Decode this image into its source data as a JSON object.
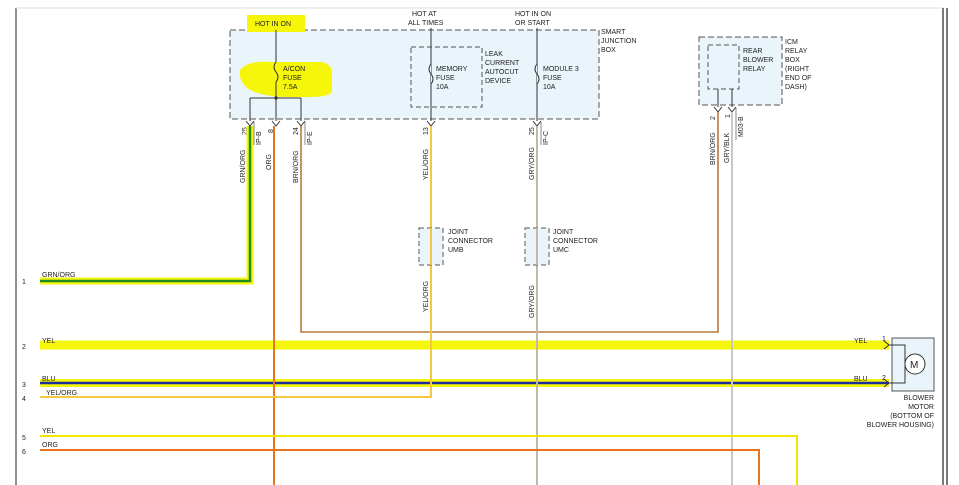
{
  "labels": {
    "hot_in_on": "HOT IN ON",
    "hot_at_1": "HOT AT",
    "hot_at_2": "ALL TIMES",
    "hot_start_1": "HOT IN ON",
    "hot_start_2": "OR START",
    "sjb_1": "SMART",
    "sjb_2": "JUNCTION",
    "sjb_3": "BOX",
    "acon_1": "A/CON",
    "acon_2": "FUSE",
    "acon_3": "7.5A",
    "mem_1": "MEMORY",
    "mem_2": "FUSE",
    "mem_3": "10A",
    "leak_1": "LEAK",
    "leak_2": "CURRENT",
    "leak_3": "AUTOCUT",
    "leak_4": "DEVICE",
    "mod_1": "MODULE 3",
    "mod_2": "FUSE",
    "mod_3": "10A",
    "icm_1": "ICM",
    "icm_2": "RELAY",
    "icm_3": "BOX",
    "icm_4": "(RIGHT",
    "icm_5": "END OF",
    "icm_6": "DASH)",
    "rbr_1": "REAR",
    "rbr_2": "BLOWER",
    "rbr_3": "RELAY",
    "umb_1": "JOINT",
    "umb_2": "CONNECTOR",
    "umb_3": "UMB",
    "umc_1": "JOINT",
    "umc_2": "CONNECTOR",
    "umc_3": "UMC",
    "motor_symbol": "M",
    "bm_1": "BLOWER",
    "bm_2": "MOTOR",
    "bm_3": "(BOTTOM OF",
    "bm_4": "BLOWER HOUSING)"
  },
  "pins": {
    "p25a": "25",
    "ipb": "IP-B",
    "p8": "8",
    "p24": "24",
    "ipe": "IP-E",
    "p13": "13",
    "p25b": "25",
    "ipc": "IP-C",
    "p2": "2",
    "p1": "1",
    "m03b": "M03-B",
    "bm1": "1",
    "bm2": "2"
  },
  "wire_labels": {
    "grn_org_v": "GRN/ORG",
    "org_v": "ORG",
    "brn_org_v": "BRN/ORG",
    "yel_org_v": "YEL/ORG",
    "gry_org_v": "GRY/ORG",
    "yel_org_v2": "YEL/ORG",
    "gry_org_v2": "GRY/ORG",
    "brn_org_v2": "BRN/ORG",
    "gry_blk_v": "GRY/BLK",
    "h1": "GRN/ORG",
    "h2": "YEL",
    "h2r": "YEL",
    "h3": "BLU",
    "h3r": "BLU",
    "h4": "YEL/ORG",
    "h5": "YEL",
    "h6": "ORG"
  },
  "row_numbers": {
    "r1": "1",
    "r2": "2",
    "r3": "3",
    "r4": "4",
    "r5": "5",
    "r6": "6"
  },
  "colors": {
    "wire_grn": "#1f8a1f",
    "wire_yel": "#f2e600",
    "wire_blu": "#1c2f9e",
    "wire_org": "#e8741c",
    "wire_brn": "#b87a3c",
    "wire_gry": "#c2b8a8",
    "wire_yelorg": "#f5c842",
    "highlight": "#f6f60a",
    "box_fill": "#e9f4fb"
  }
}
